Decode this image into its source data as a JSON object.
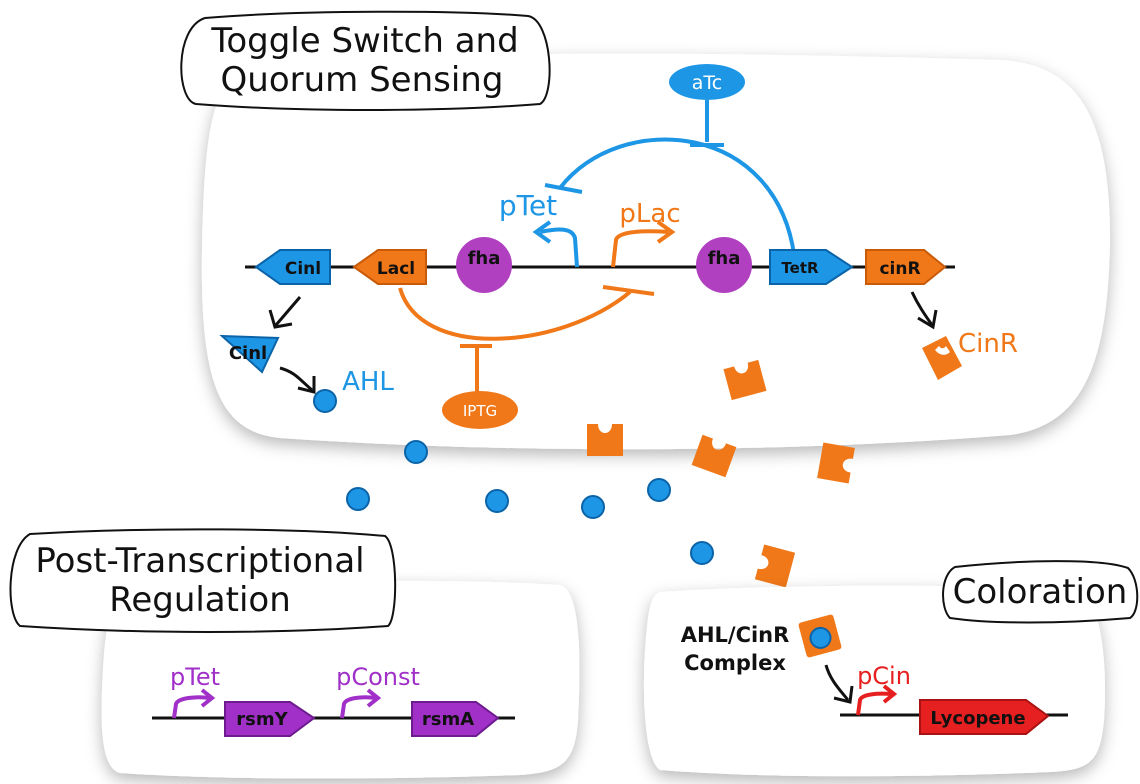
{
  "panels": {
    "toggle": {
      "title_line1": "Toggle Switch and",
      "title_line2": "Quorum Sensing"
    },
    "post": {
      "title_line1": "Post-Transcriptional",
      "title_line2": "Regulation"
    },
    "color": {
      "title": "Coloration"
    }
  },
  "toggle": {
    "inducer_top": "aTc",
    "inducer_bottom": "IPTG",
    "promoter_left": "pTet",
    "promoter_right": "pLac",
    "genes": {
      "cinl": "Cinl",
      "lacl": "Lacl",
      "fha1": "fha",
      "fha2": "fha",
      "tetr": "TetR",
      "cinr": "cinR"
    },
    "protein_cinl": "Cinl",
    "product_ahl": "AHL",
    "protein_cinr": "CinR"
  },
  "post": {
    "promoter1": "pTet",
    "promoter2": "pConst",
    "gene1": "rsmY",
    "gene2": "rsmA"
  },
  "coloration": {
    "complex_line1": "AHL/CinR",
    "complex_line2": "Complex",
    "promoter": "pCin",
    "gene": "Lycopene"
  },
  "colors": {
    "blue": "#1e96e6",
    "orange": "#f07818",
    "purple": "#a030c8",
    "magenta": "#b040c0",
    "red": "#e62020"
  }
}
